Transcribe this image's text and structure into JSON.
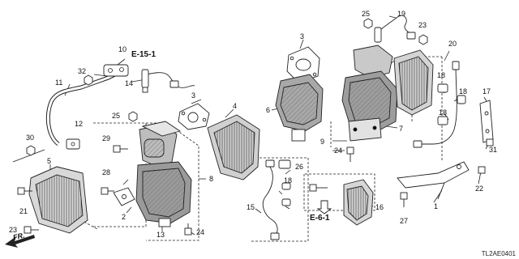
{
  "diagram_code": "TL2AE0401",
  "front_indicator": "FR.",
  "section_refs": [
    "E-15-1",
    "E-6-1"
  ],
  "callouts": [
    "1",
    "2",
    "3",
    "3",
    "4",
    "5",
    "6",
    "7",
    "8",
    "9",
    "10",
    "11",
    "12",
    "13",
    "14",
    "15",
    "16",
    "17",
    "18",
    "18",
    "18",
    "18",
    "19",
    "20",
    "21",
    "22",
    "23",
    "23",
    "24",
    "24",
    "25",
    "25",
    "26",
    "27",
    "28",
    "29",
    "30",
    "31",
    "32"
  ],
  "colors": {
    "line": "#222222",
    "shade": "#8a8a8a",
    "light": "#cfcfcf",
    "background": "#ffffff"
  },
  "icon_names": [
    "front-direction-arrow",
    "section-ref-arrow"
  ]
}
